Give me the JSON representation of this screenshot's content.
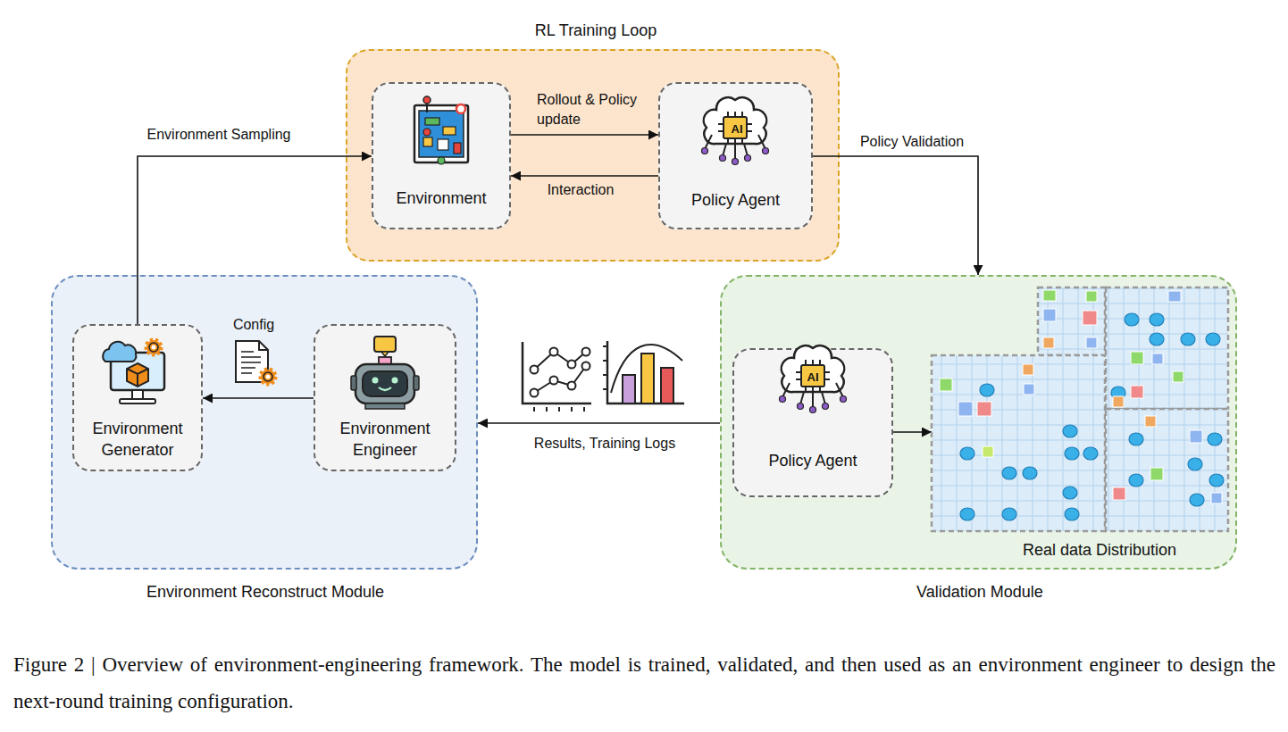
{
  "diagram": {
    "caption": "Figure 2 | Overview of environment-engineering framework. The model is trained, validated, and then used as an environment engineer to design the next-round training configuration.",
    "nodes": [
      {
        "text": [
          "RL Training Loop"
        ]
      },
      {
        "text": [
          "Environment"
        ],
        "in": 0
      },
      {
        "text": [
          "AI",
          "Policy Agent"
        ],
        "in": 0
      },
      {
        "text": [
          "Environment Reconstruct Module"
        ]
      },
      {
        "text": [
          "Environment Generator"
        ],
        "in": 3
      },
      {
        "text": [
          "Environment Engineer"
        ],
        "in": 3
      },
      {
        "text": [
          "Validation Module"
        ]
      },
      {
        "text": [
          "AI",
          "Policy Agent"
        ],
        "in": 6
      },
      {
        "text": [
          "Real data Distribution"
        ],
        "in": 6
      }
    ],
    "edges": [
      {
        "from": 4,
        "to": 1,
        "label": "Environment Sampling",
        "arrow": "to"
      },
      {
        "from": 1,
        "to": 2,
        "label": "Rollout & Policy update",
        "arrow": "to"
      },
      {
        "from": 2,
        "to": 1,
        "label": "Interaction",
        "arrow": "to"
      },
      {
        "from": 2,
        "to": 6,
        "label": "Policy Validation",
        "arrow": "to"
      },
      {
        "from": 6,
        "to": 3,
        "label": "Results, Training Logs",
        "arrow": "to"
      },
      {
        "from": 5,
        "to": 4,
        "label": "Config",
        "arrow": "to"
      },
      {
        "from": 7,
        "to": 8,
        "arrow": "to"
      }
    ]
  }
}
